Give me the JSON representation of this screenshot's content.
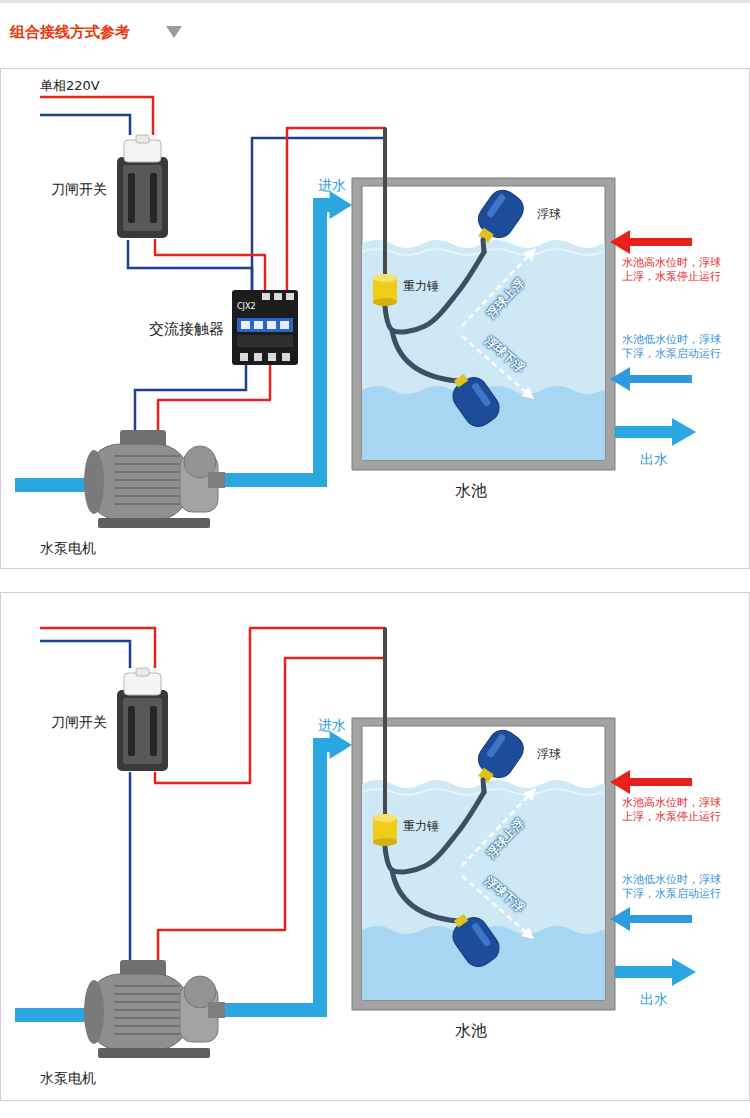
{
  "diagram": {
    "title": "组合接线方式参考",
    "nodes": [
      {
        "text": [
          "刀闸开关"
        ]
      },
      {
        "text": [
          "交流接触器",
          "CJX2"
        ]
      },
      {
        "text": [
          "水泵电机"
        ]
      },
      {
        "text": [
          "水池"
        ]
      },
      {
        "text": [
          "浮球"
        ],
        "in": 3
      },
      {
        "text": [
          "重力锤"
        ],
        "in": 3
      },
      {
        "text": [
          "刀闸开关"
        ]
      },
      {
        "text": [
          "水泵电机"
        ]
      },
      {
        "text": [
          "水池"
        ]
      },
      {
        "text": [
          "浮球"
        ],
        "in": 8
      },
      {
        "text": [
          "重力锤"
        ],
        "in": 8
      }
    ],
    "edges": [
      {
        "from": 0,
        "to": 1,
        "arrow": "none"
      },
      {
        "from": 1,
        "to": 2,
        "arrow": "none"
      },
      {
        "from": 1,
        "to": 5,
        "arrow": "none"
      },
      {
        "from": 2,
        "to": 3,
        "label": "进水",
        "arrow": "to"
      },
      {
        "from": 5,
        "to": 4,
        "arrow": "none"
      },
      {
        "from": 6,
        "to": 10,
        "arrow": "none"
      },
      {
        "from": 10,
        "to": 7,
        "arrow": "none"
      },
      {
        "from": 6,
        "to": 7,
        "arrow": "none"
      },
      {
        "from": 7,
        "to": 8,
        "label": "进水",
        "arrow": "to"
      },
      {
        "from": 10,
        "to": 9,
        "arrow": "none"
      }
    ],
    "labels": [
      "单相220V",
      "浮球上浮",
      "浮球下浮",
      "水池高水位时，浮球 上浮，水泵停止运行",
      "水池低水位时，浮球 下浮，水泵启动运行",
      "出水",
      "浮球上浮",
      "浮球下浮",
      "水池高水位时，浮球 上浮，水泵停止运行",
      "水池低水位时，浮球 下浮，水泵启动运行",
      "出水"
    ]
  }
}
